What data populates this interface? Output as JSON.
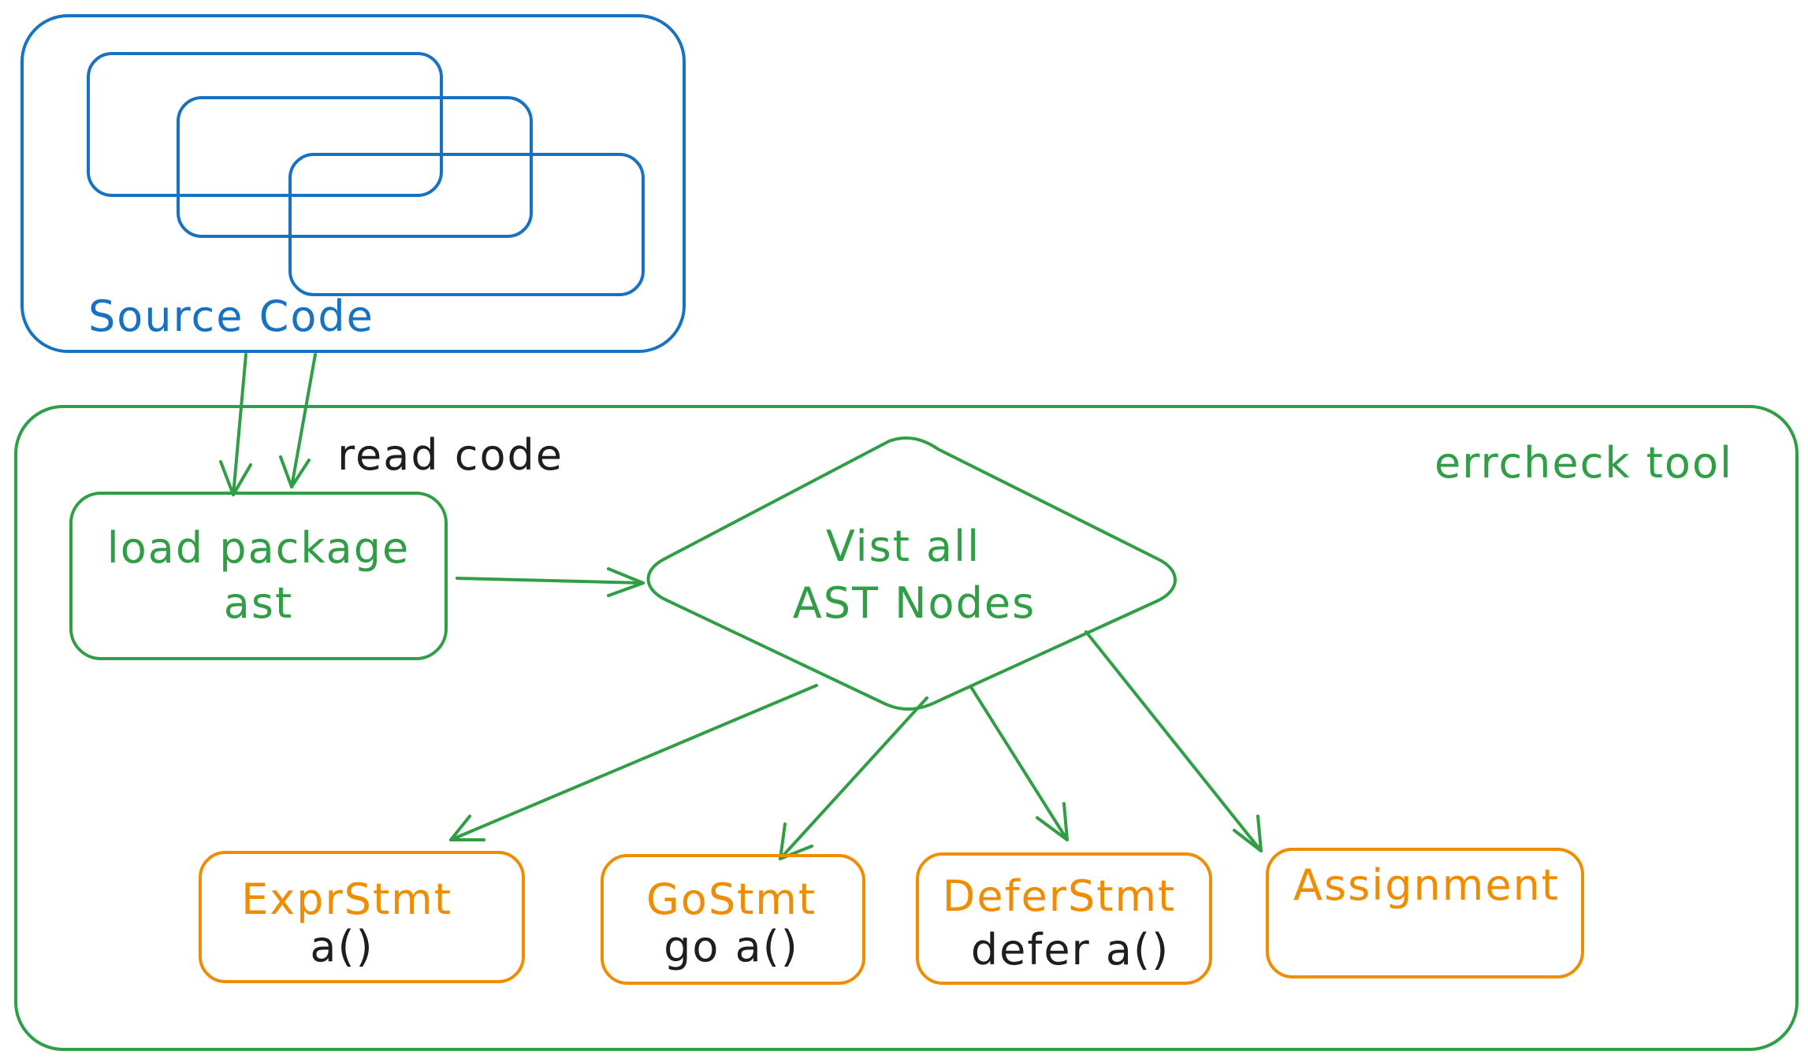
{
  "source_code": {
    "label": "Source Code"
  },
  "errcheck_tool": {
    "label": "errcheck tool"
  },
  "edges": {
    "read_code_label": "read code"
  },
  "load_package": {
    "line1": "load package",
    "line2": "ast"
  },
  "visit_nodes": {
    "line1": "Vist all",
    "line2": "AST Nodes"
  },
  "node_types": [
    {
      "title": "ExprStmt",
      "code": "a()"
    },
    {
      "title": "GoStmt",
      "code": "go a()"
    },
    {
      "title": "DeferStmt",
      "code": "defer a()"
    },
    {
      "title": "Assignment",
      "code": ""
    }
  ],
  "colors": {
    "source_blue": "#1971c2",
    "tool_green": "#2f9e44",
    "node_orange": "#f08c00",
    "text_black": "#1e1e1e"
  }
}
